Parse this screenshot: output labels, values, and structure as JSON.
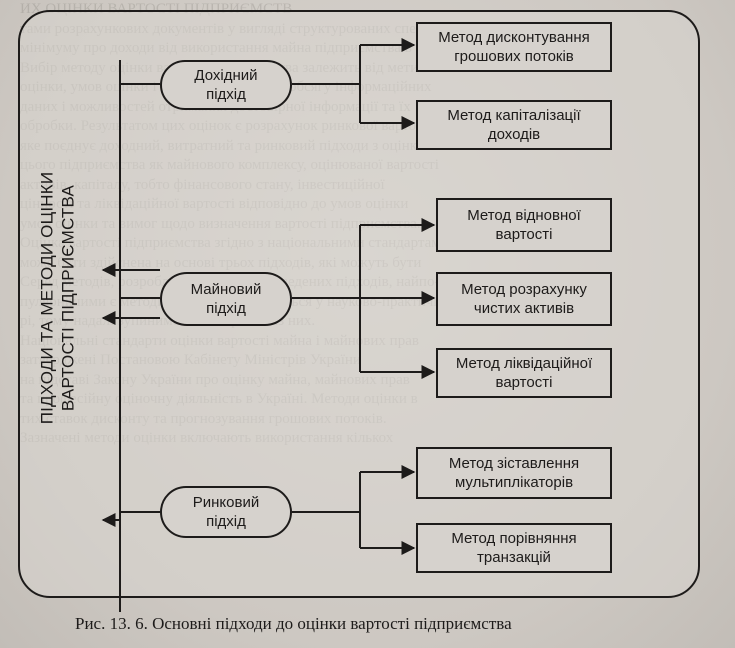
{
  "title": {
    "line1": "ПІДХОДИ ТА МЕТОДИ ОЦІНКИ",
    "line2": "ВАРТОСТІ ПІДПРИЄМСТВА"
  },
  "approaches": {
    "income": {
      "line1": "Дохідний",
      "line2": "підхід"
    },
    "property": {
      "line1": "Майновий",
      "line2": "підхід"
    },
    "market": {
      "line1": "Ринковий",
      "line2": "підхід"
    }
  },
  "methods": [
    {
      "line1": "Метод дисконтування",
      "line2": "грошових потоків"
    },
    {
      "line1": "Метод капіталізації",
      "line2": "доходів"
    },
    {
      "line1": "Метод відновної",
      "line2": "вартості"
    },
    {
      "line1": "Метод розрахунку",
      "line2": "чистих активів"
    },
    {
      "line1": "Метод ліквідаційної",
      "line2": "вартості"
    },
    {
      "line1": "Метод зіставлення",
      "line2": "мультиплікаторів"
    },
    {
      "line1": "Метод порівняння",
      "line2": "транзакцій"
    }
  ],
  "caption": "Рис. 13. 6. Основні підходи до оцінки вартості підприємства",
  "background_text": [
    "ИХ ОЦІНКИ ВАРТОСТІ ПІДПРИЄМСТВ",
    "тами розрахункових документів у вигляді структурованих спе-",
    "мінімуму про доходи від використання майна підприємства в робо-",
    "Вибір методу оцінки вартості підприємства залежить від мети",
    "оцінки, умов оцінки і вимог норм оцінки, обсягу інформаційних",
    "даних і можливостей отримання достовірної інформації та їх",
    "обробки. Результатом цих оцінок є розрахунок ринкової вартості",
    "яке поєднує доходний, витратний та ринковий підходи з оцінки",
    "цього підприємства як майнового комплексу, оцінюваної вартості",
    "активів, капіталу, тобто фінансового стану, інвестиційної",
    "цінності та ліквідаційної вартості відповідно до умов оцінки",
    "умов оцінки та вимог щодо визначення вартості підприємства.",
    "Оцінка вартості підприємства згідно з національними стандартами",
    "може бути здійснена на основі трьох підходів, які можуть бути",
    "Серед методів, розроблених на основі наведених підходів, найпо-",
    "пулярнішими є методи, які використовуються у науково-практичній літерату-",
    "рі, тому надалі зупинимося на окремих із них.",
    "Національні стандарти оцінки вартості майна і майнових прав",
    "затверджені Постановою Кабінету Міністрів України",
    "на підставі Закону України про оцінку майна, майнових прав",
    "та професійну оціночну діяльність в Україні. Методи оцінки в",
    "тих ставок дисконту та прогнозування грошових потоків.",
    "Зазначені методи оцінки включають використання кількох"
  ]
}
